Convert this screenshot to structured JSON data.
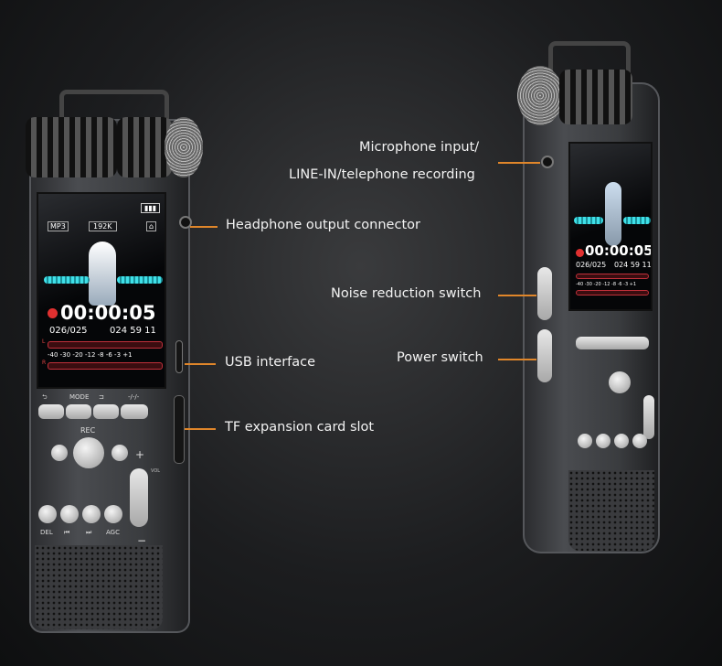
{
  "callouts": {
    "mic_input_line1": "Microphone input/",
    "mic_input_line2": "LINE-IN/telephone recording",
    "headphone": "Headphone output connector",
    "usb": "USB interface",
    "tf_slot": "TF expansion card slot",
    "noise": "Noise reduction switch",
    "power": "Power switch"
  },
  "screen": {
    "format": "MP3",
    "bitrate": "192K",
    "timer": "00:00:05",
    "file_index": "026/025",
    "remaining": "024 59 11",
    "meter_scale": "-40 -30 -20 -12 -8 -6 -3 +1",
    "meter_left": "L",
    "meter_right": "R"
  },
  "screen_right": {
    "timer": "00:00:05",
    "file_index": "026/025",
    "remaining": "024 59 11",
    "meter_scale": "-40 -30 -20 -12 -8 -6 -3 +1"
  },
  "buttons": {
    "mode": "MODE",
    "ab": "-/-/-",
    "rec": "REC",
    "del": "DEL",
    "agc": "AGC",
    "plus": "+",
    "minus": "−",
    "vol": "VOL"
  },
  "colors": {
    "accent": "#e0862a",
    "wave": "#3fe0e8",
    "rec_dot": "#e03030"
  }
}
